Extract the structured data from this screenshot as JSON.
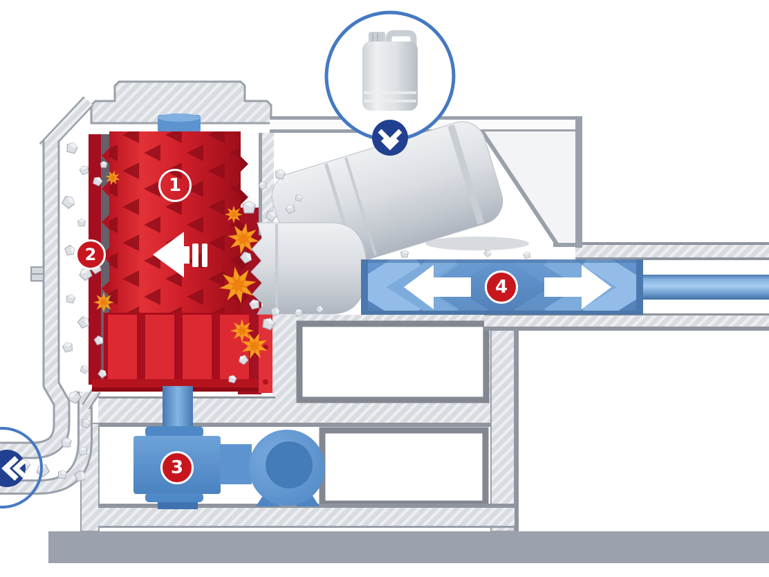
{
  "diagram": {
    "title": "Industrial shredder and pump process diagram",
    "callouts": [
      {
        "label": "1",
        "style": "outline"
      },
      {
        "label": "2",
        "style": "solid"
      },
      {
        "label": "3",
        "style": "solid"
      },
      {
        "label": "4",
        "style": "solid"
      }
    ],
    "icons": {
      "inlet": "jerrycan-icon",
      "inlet_direction": "chevron-down-icon",
      "outlet_direction": "chevron-left-icon",
      "conveyor_left": "arrow-left-icon",
      "conveyor_right": "arrow-right-icon",
      "drum_flow": "arrow-left-bars-icon"
    },
    "colors": {
      "callout_red": "#c8161f",
      "drum_red": "#d2202b",
      "machine_blue": "#5d93cf",
      "navy_badge": "#21408f",
      "circle_outline_blue": "#4579c2",
      "spark_orange": "#f59d1f",
      "frame_gray": "#d8dbe0",
      "floor_gray": "#9ba2ad"
    }
  }
}
